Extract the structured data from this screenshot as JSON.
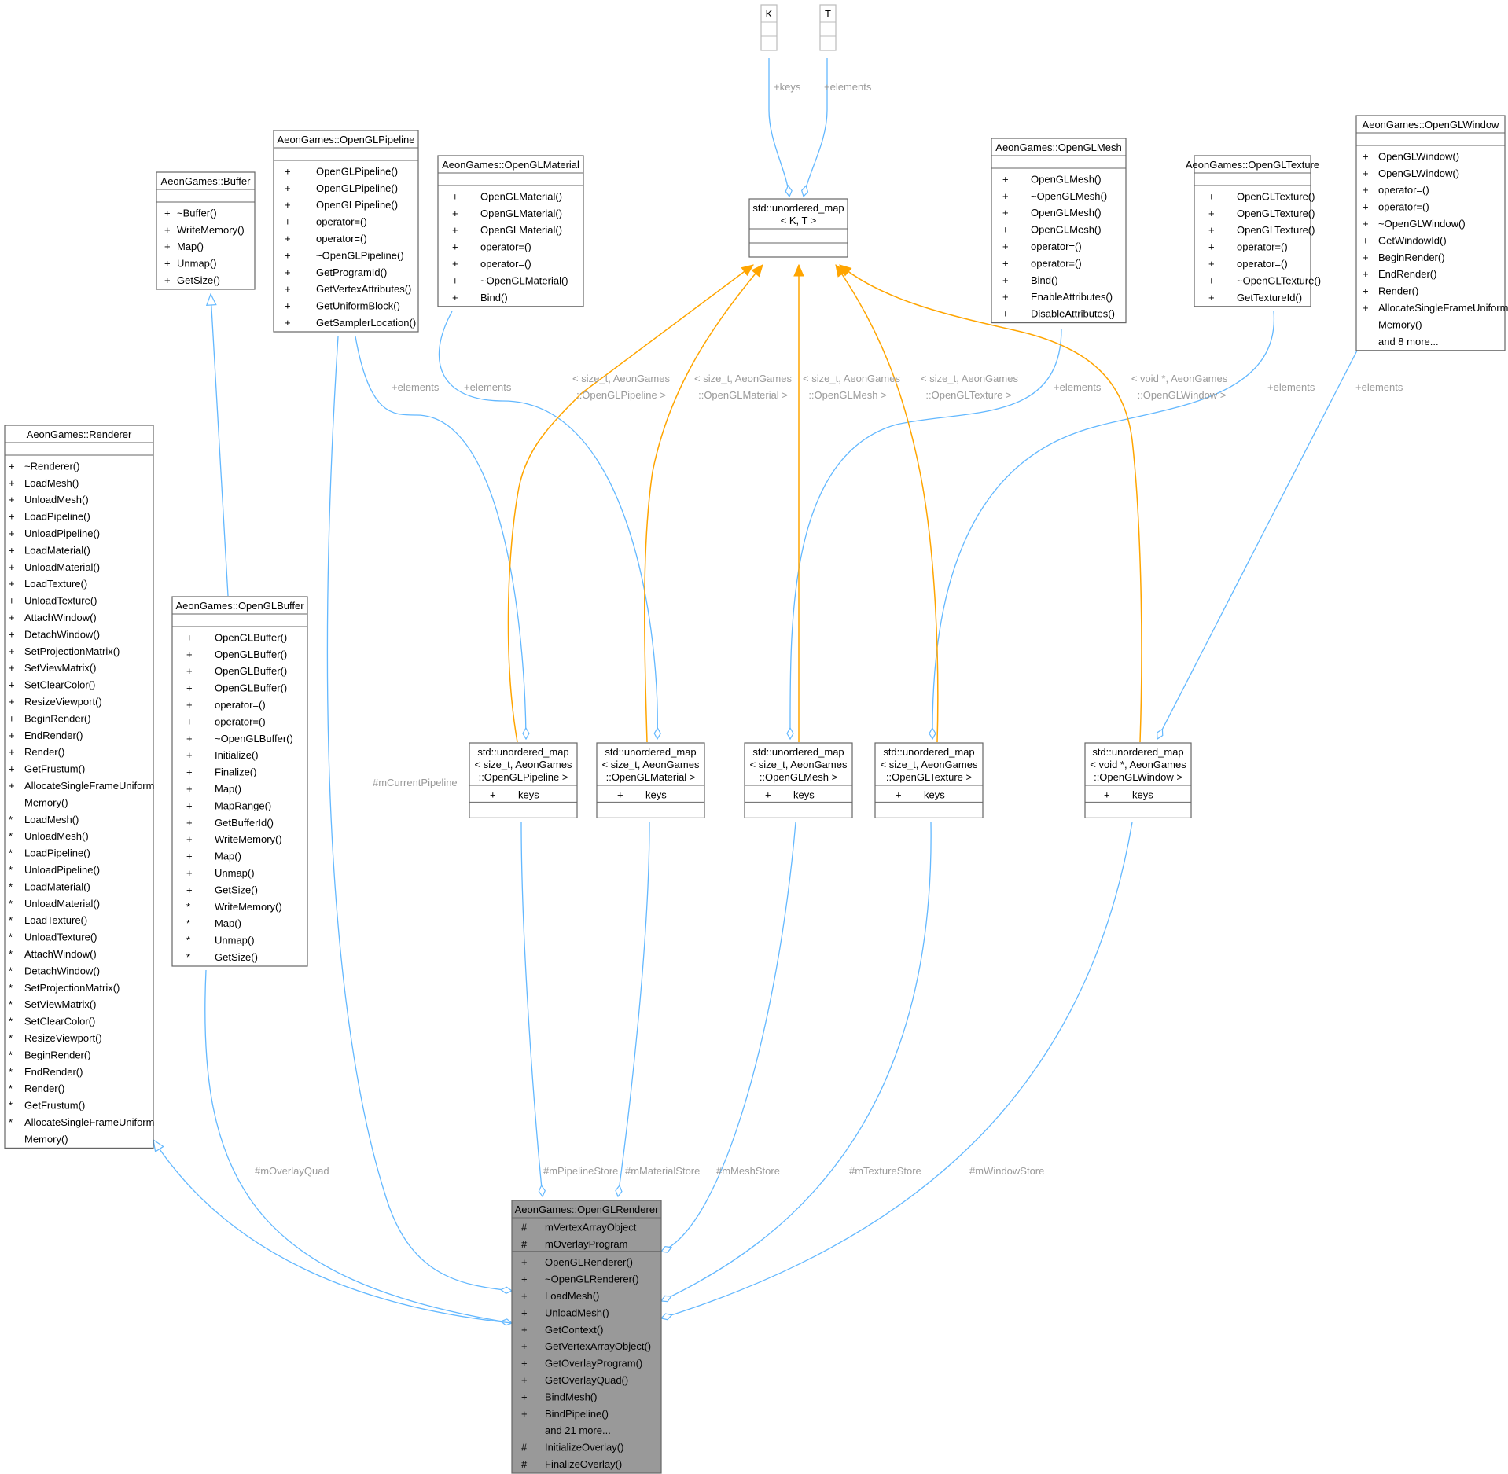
{
  "title": "",
  "classes": {
    "std_map_kt": {
      "name_lines": [
        "std::unordered_map",
        "< K, T >"
      ],
      "members": []
    },
    "param_k": {
      "name_lines": [
        "K"
      ]
    },
    "param_t": {
      "name_lines": [
        "T"
      ]
    },
    "buffer": {
      "name_lines": [
        "AeonGames::Buffer"
      ],
      "members": [
        [
          "+",
          "~Buffer()"
        ],
        [
          "+",
          "WriteMemory()"
        ],
        [
          "+",
          "Map()"
        ],
        [
          "+",
          "Unmap()"
        ],
        [
          "+",
          "GetSize()"
        ]
      ]
    },
    "pipeline": {
      "name_lines": [
        "AeonGames::OpenGLPipeline"
      ],
      "members": [
        [
          "+",
          "OpenGLPipeline()"
        ],
        [
          "+",
          "OpenGLPipeline()"
        ],
        [
          "+",
          "OpenGLPipeline()"
        ],
        [
          "+",
          "operator=()"
        ],
        [
          "+",
          "operator=()"
        ],
        [
          "+",
          "~OpenGLPipeline()"
        ],
        [
          "+",
          "GetProgramId()"
        ],
        [
          "+",
          "GetVertexAttributes()"
        ],
        [
          "+",
          "GetUniformBlock()"
        ],
        [
          "+",
          "GetSamplerLocation()"
        ]
      ]
    },
    "material": {
      "name_lines": [
        "AeonGames::OpenGLMaterial"
      ],
      "members": [
        [
          "+",
          "OpenGLMaterial()"
        ],
        [
          "+",
          "OpenGLMaterial()"
        ],
        [
          "+",
          "OpenGLMaterial()"
        ],
        [
          "+",
          "operator=()"
        ],
        [
          "+",
          "operator=()"
        ],
        [
          "+",
          "~OpenGLMaterial()"
        ],
        [
          "+",
          "Bind()"
        ]
      ]
    },
    "mesh": {
      "name_lines": [
        "AeonGames::OpenGLMesh"
      ],
      "members": [
        [
          "+",
          "OpenGLMesh()"
        ],
        [
          "+",
          "~OpenGLMesh()"
        ],
        [
          "+",
          "OpenGLMesh()"
        ],
        [
          "+",
          "OpenGLMesh()"
        ],
        [
          "+",
          "operator=()"
        ],
        [
          "+",
          "operator=()"
        ],
        [
          "+",
          "Bind()"
        ],
        [
          "+",
          "EnableAttributes()"
        ],
        [
          "+",
          "DisableAttributes()"
        ]
      ]
    },
    "texture": {
      "name_lines": [
        "AeonGames::OpenGLTexture"
      ],
      "members": [
        [
          "+",
          "OpenGLTexture()"
        ],
        [
          "+",
          "OpenGLTexture()"
        ],
        [
          "+",
          "OpenGLTexture()"
        ],
        [
          "+",
          "operator=()"
        ],
        [
          "+",
          "operator=()"
        ],
        [
          "+",
          "~OpenGLTexture()"
        ],
        [
          "+",
          "GetTextureId()"
        ]
      ]
    },
    "window": {
      "name_lines": [
        "AeonGames::OpenGLWindow"
      ],
      "members": [
        [
          "+",
          "OpenGLWindow()"
        ],
        [
          "+",
          "OpenGLWindow()"
        ],
        [
          "+",
          "operator=()"
        ],
        [
          "+",
          "operator=()"
        ],
        [
          "+",
          "~OpenGLWindow()"
        ],
        [
          "+",
          "GetWindowId()"
        ],
        [
          "+",
          "BeginRender()"
        ],
        [
          "+",
          "EndRender()"
        ],
        [
          "+",
          "Render()"
        ],
        [
          "+",
          "AllocateSingleFrameUniform"
        ],
        [
          "",
          "Memory()"
        ]
      ],
      "more": "and 8 more..."
    },
    "renderer": {
      "name_lines": [
        "AeonGames::Renderer"
      ],
      "members": [
        [
          "+",
          "~Renderer()"
        ],
        [
          "+",
          "LoadMesh()"
        ],
        [
          "+",
          "UnloadMesh()"
        ],
        [
          "+",
          "LoadPipeline()"
        ],
        [
          "+",
          "UnloadPipeline()"
        ],
        [
          "+",
          "LoadMaterial()"
        ],
        [
          "+",
          "UnloadMaterial()"
        ],
        [
          "+",
          "LoadTexture()"
        ],
        [
          "+",
          "UnloadTexture()"
        ],
        [
          "+",
          "AttachWindow()"
        ],
        [
          "+",
          "DetachWindow()"
        ],
        [
          "+",
          "SetProjectionMatrix()"
        ],
        [
          "+",
          "SetViewMatrix()"
        ],
        [
          "+",
          "SetClearColor()"
        ],
        [
          "+",
          "ResizeViewport()"
        ],
        [
          "+",
          "BeginRender()"
        ],
        [
          "+",
          "EndRender()"
        ],
        [
          "+",
          "Render()"
        ],
        [
          "+",
          "GetFrustum()"
        ],
        [
          "+",
          "AllocateSingleFrameUniform"
        ],
        [
          "",
          "Memory()"
        ],
        [
          "*",
          "LoadMesh()"
        ],
        [
          "*",
          "UnloadMesh()"
        ],
        [
          "*",
          "LoadPipeline()"
        ],
        [
          "*",
          "UnloadPipeline()"
        ],
        [
          "*",
          "LoadMaterial()"
        ],
        [
          "*",
          "UnloadMaterial()"
        ],
        [
          "*",
          "LoadTexture()"
        ],
        [
          "*",
          "UnloadTexture()"
        ],
        [
          "*",
          "AttachWindow()"
        ],
        [
          "*",
          "DetachWindow()"
        ],
        [
          "*",
          "SetProjectionMatrix()"
        ],
        [
          "*",
          "SetViewMatrix()"
        ],
        [
          "*",
          "SetClearColor()"
        ],
        [
          "*",
          "ResizeViewport()"
        ],
        [
          "*",
          "BeginRender()"
        ],
        [
          "*",
          "EndRender()"
        ],
        [
          "*",
          "Render()"
        ],
        [
          "*",
          "GetFrustum()"
        ],
        [
          "*",
          "AllocateSingleFrameUniform"
        ],
        [
          "",
          "Memory()"
        ]
      ]
    },
    "glbuffer": {
      "name_lines": [
        "AeonGames::OpenGLBuffer"
      ],
      "members": [
        [
          "+",
          "OpenGLBuffer()"
        ],
        [
          "+",
          "OpenGLBuffer()"
        ],
        [
          "+",
          "OpenGLBuffer()"
        ],
        [
          "+",
          "OpenGLBuffer()"
        ],
        [
          "+",
          "operator=()"
        ],
        [
          "+",
          "operator=()"
        ],
        [
          "+",
          "~OpenGLBuffer()"
        ],
        [
          "+",
          "Initialize()"
        ],
        [
          "+",
          "Finalize()"
        ],
        [
          "+",
          "Map()"
        ],
        [
          "+",
          "MapRange()"
        ],
        [
          "+",
          "GetBufferId()"
        ],
        [
          "+",
          "WriteMemory()"
        ],
        [
          "+",
          "Map()"
        ],
        [
          "+",
          "Unmap()"
        ],
        [
          "+",
          "GetSize()"
        ],
        [
          "*",
          "WriteMemory()"
        ],
        [
          "*",
          "Map()"
        ],
        [
          "*",
          "Unmap()"
        ],
        [
          "*",
          "GetSize()"
        ]
      ]
    },
    "map_pipeline": {
      "name_lines": [
        "std::unordered_map",
        "< size_t, AeonGames",
        "::OpenGLPipeline >"
      ],
      "members": [
        [
          "+",
          "keys"
        ]
      ]
    },
    "map_material": {
      "name_lines": [
        "std::unordered_map",
        "< size_t, AeonGames",
        "::OpenGLMaterial >"
      ],
      "members": [
        [
          "+",
          "keys"
        ]
      ]
    },
    "map_mesh": {
      "name_lines": [
        "std::unordered_map",
        "< size_t, AeonGames",
        "::OpenGLMesh >"
      ],
      "members": [
        [
          "+",
          "keys"
        ]
      ]
    },
    "map_texture": {
      "name_lines": [
        "std::unordered_map",
        "< size_t, AeonGames",
        "::OpenGLTexture >"
      ],
      "members": [
        [
          "+",
          "keys"
        ]
      ]
    },
    "map_window": {
      "name_lines": [
        "std::unordered_map",
        "< void *, AeonGames",
        "::OpenGLWindow >"
      ],
      "members": [
        [
          "+",
          "keys"
        ]
      ]
    },
    "glrenderer": {
      "name_lines": [
        "AeonGames::OpenGLRenderer"
      ],
      "attributes": [
        [
          "#",
          "mVertexArrayObject"
        ],
        [
          "#",
          "mOverlayProgram"
        ]
      ],
      "members": [
        [
          "+",
          "OpenGLRenderer()"
        ],
        [
          "+",
          "~OpenGLRenderer()"
        ],
        [
          "+",
          "LoadMesh()"
        ],
        [
          "+",
          "UnloadMesh()"
        ],
        [
          "+",
          "GetContext()"
        ],
        [
          "+",
          "GetVertexArrayObject()"
        ],
        [
          "+",
          "GetOverlayProgram()"
        ],
        [
          "+",
          "GetOverlayQuad()"
        ],
        [
          "+",
          "BindMesh()"
        ],
        [
          "+",
          "BindPipeline()"
        ]
      ],
      "more": "and 21 more...",
      "members_after": [
        [
          "#",
          "InitializeOverlay()"
        ],
        [
          "#",
          "FinalizeOverlay()"
        ]
      ]
    }
  },
  "edge_labels": {
    "keys": "+keys",
    "elements": "+elements",
    "bind_pipeline": [
      "< size_t, AeonGames",
      "::OpenGLPipeline >"
    ],
    "bind_material": [
      "< size_t, AeonGames",
      "::OpenGLMaterial >"
    ],
    "bind_mesh": [
      "< size_t, AeonGames",
      "::OpenGLMesh >"
    ],
    "bind_texture": [
      "< size_t, AeonGames",
      "::OpenGLTexture >"
    ],
    "bind_window": [
      "< void *, AeonGames",
      "::OpenGLWindow >"
    ],
    "current_pipeline": "#mCurrentPipeline",
    "overlay_quad": "#mOverlayQuad",
    "pipeline_store": "#mPipelineStore",
    "material_store": "#mMaterialStore",
    "mesh_store": "#mMeshStore",
    "texture_store": "#mTextureStore",
    "window_store": "#mWindowStore"
  },
  "colors": {
    "usage": "#63b8ff",
    "template_binding": "#ffa500",
    "highlight_fill": "#999999",
    "border": "#666666",
    "label": "#9a9a9a"
  }
}
